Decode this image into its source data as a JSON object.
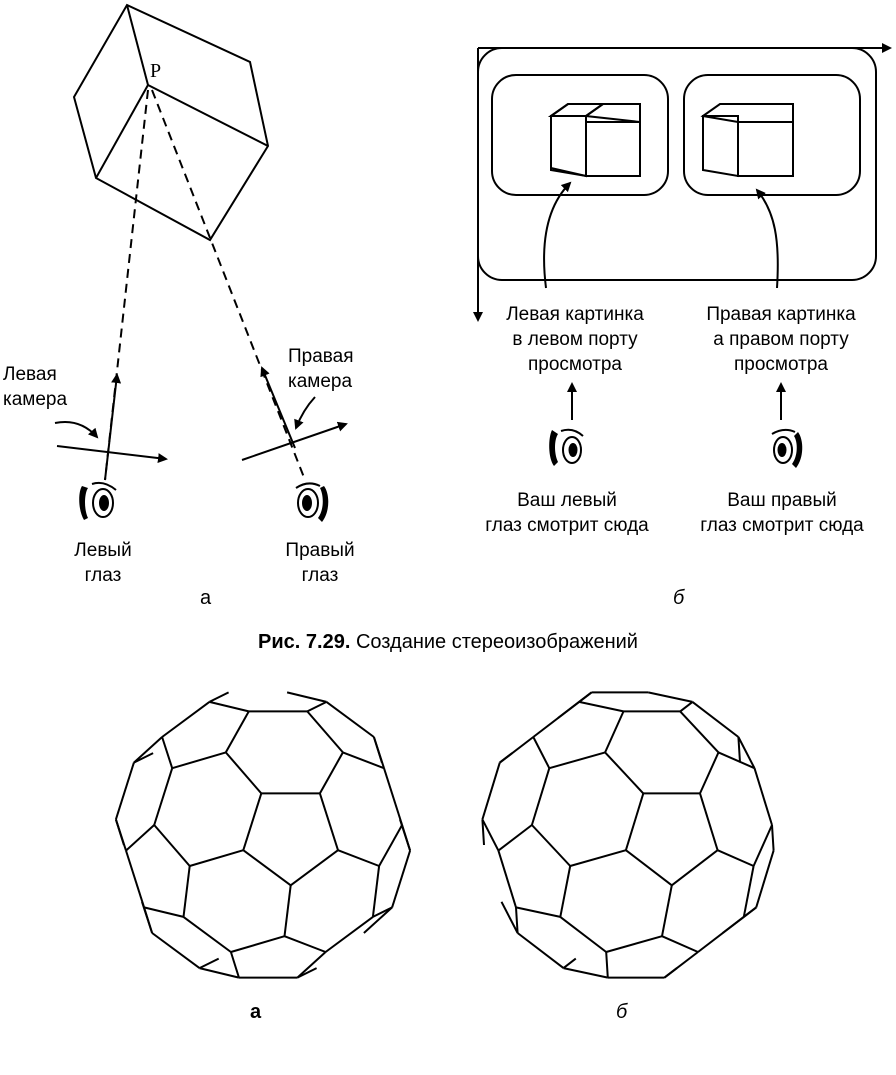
{
  "figure_a": {
    "point_label": "P",
    "left_camera": "Левая\nкамера",
    "right_camera": "Правая\nкамера",
    "left_eye": "Левый\nглаз",
    "right_eye": "Правый\nглаз",
    "letter": "а"
  },
  "figure_b": {
    "left_picture": "Левая картинка\nв левом порту\nпросмотра",
    "right_picture": "Правая картинка\nа правом порту\nпросмотра",
    "left_eye_text": "Ваш левый\nглаз смотрит сюда",
    "right_eye_text": "Ваш правый\nглаз смотрит сюда",
    "letter": "б"
  },
  "caption": {
    "number": "Рис. 7.29.",
    "text": " Создание стереоизображений"
  },
  "bottom": {
    "letter_a": "а",
    "letter_b": "б"
  }
}
